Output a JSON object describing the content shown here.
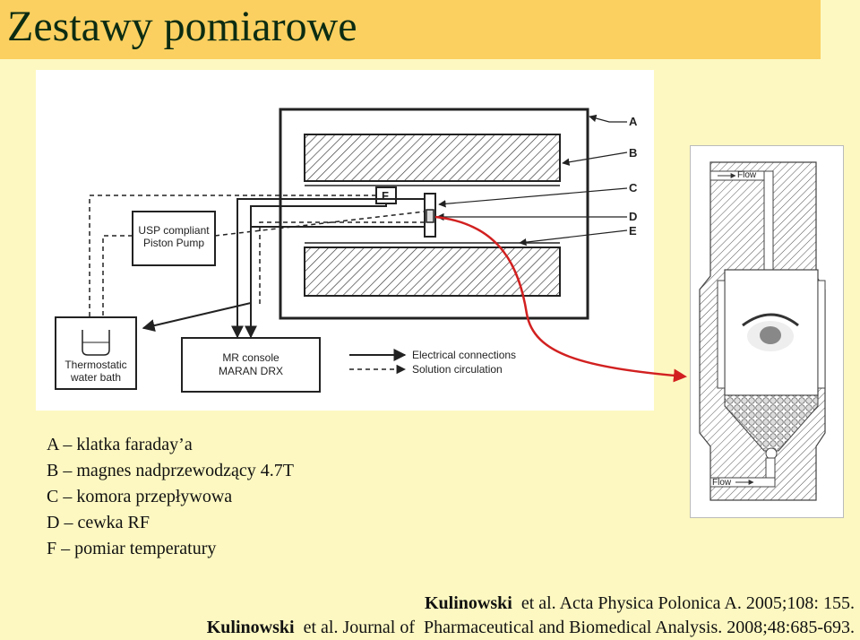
{
  "slide": {
    "title": "Zestawy pomiarowe"
  },
  "diagram": {
    "markers": {
      "a": "A",
      "b": "B",
      "c": "C",
      "d": "D",
      "e": "E",
      "f": "F"
    },
    "pump": [
      "USP compliant",
      "Piston Pump"
    ],
    "bath": [
      "Thermostatic",
      "water bath"
    ],
    "console": [
      "MR console",
      "MARAN DRX"
    ],
    "legend_electrical": "Electrical connections",
    "legend_solution": "Solution circulation"
  },
  "cell": {
    "flow_top": "Flow",
    "flow_bottom": "Flow"
  },
  "legend": [
    "A – klatka faraday’a",
    "B – magnes nadprzewodzący 4.7T",
    "C – komora przepływowa",
    "D – cewka RF",
    "F – pomiar temperatury"
  ],
  "references": [
    {
      "author": "Kulinowski",
      "rest": "  et al. Acta Physica Polonica A. 2005;108: 155."
    },
    {
      "author": "Kulinowski",
      "rest": "  et al. Journal of  Pharmaceutical and Biomedical Analysis. 2008;48:685-693."
    }
  ]
}
